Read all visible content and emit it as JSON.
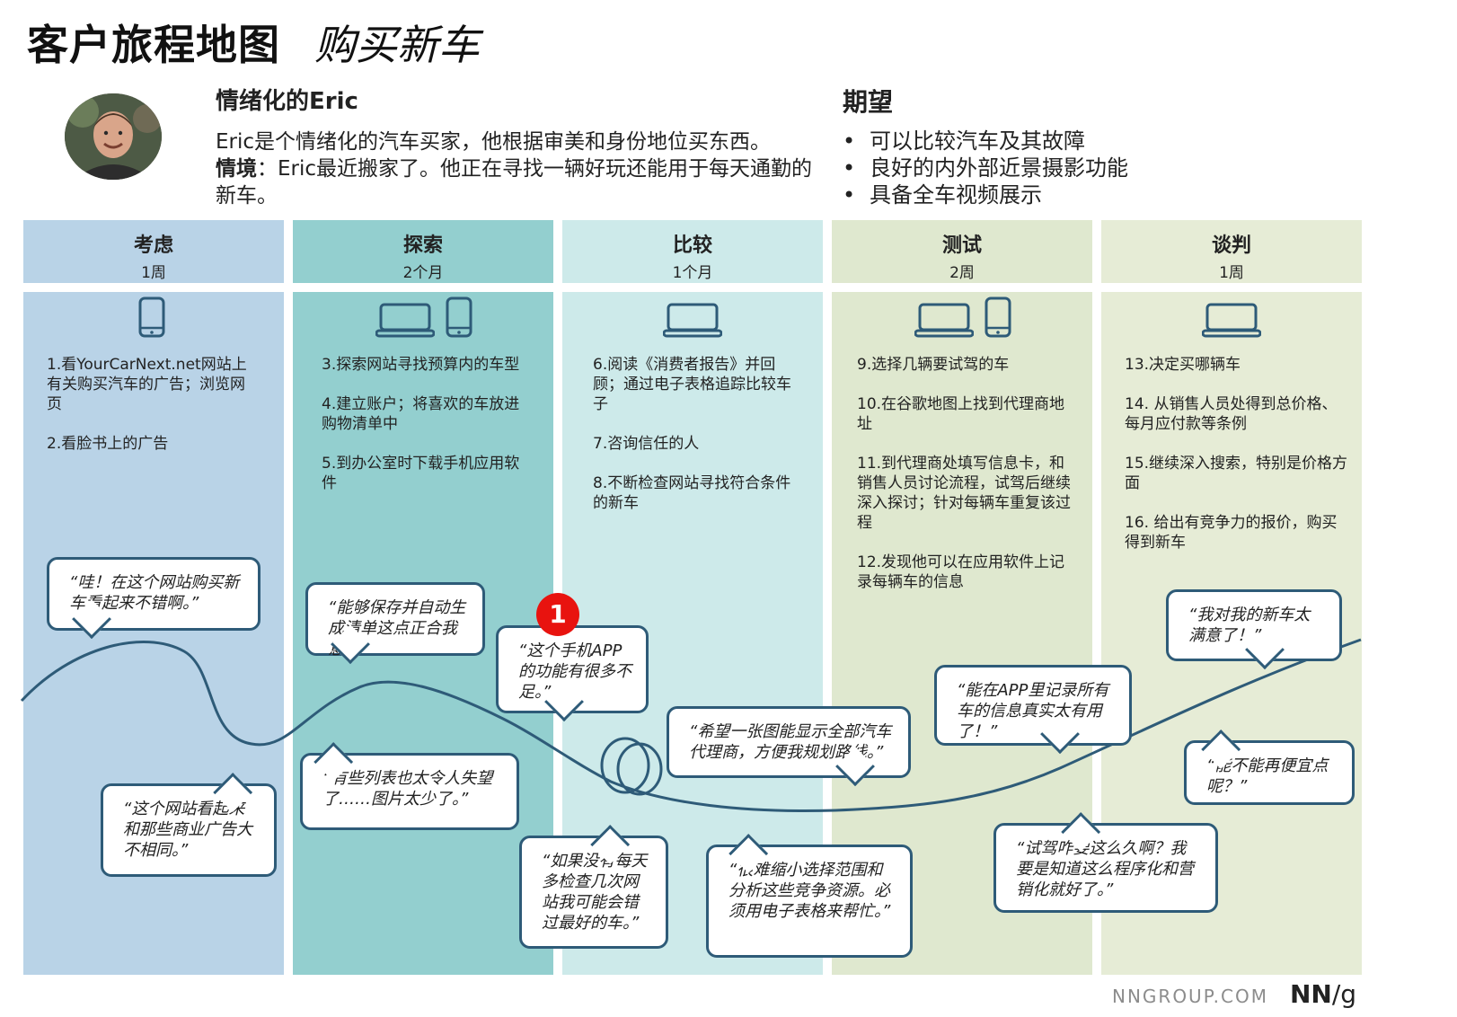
{
  "header": {
    "title": "客户旅程地图",
    "subtitle": "购买新车"
  },
  "persona": {
    "name": "情绪化的Eric",
    "description": "Eric是个情绪化的汽车买家，他根据审美和身份地位买东西。",
    "scenario_label": "情境",
    "scenario_text": "：Eric最近搬家了。他正在寻找一辆好玩还能用于每天通勤的新车。"
  },
  "expectations": {
    "title": "期望",
    "items": [
      "可以比较汽车及其故障",
      "良好的内外部近景摄影功能",
      "具备全车视频展示"
    ]
  },
  "phases": [
    {
      "name": "考虑",
      "duration": "1周",
      "color": "#b9d3e7",
      "head_color": "#b9d3e7",
      "devices": [
        "phone"
      ],
      "steps": [
        "1.看YourCarNext.net网站上有关购买汽车的广告；浏览网页",
        "2.看脸书上的广告"
      ]
    },
    {
      "name": "探索",
      "duration": "2个月",
      "color": "#93cfcf",
      "head_color": "#93cfcf",
      "devices": [
        "laptop",
        "phone"
      ],
      "steps": [
        "3.探索网站寻找预算内的车型",
        "4.建立账户；将喜欢的车放进购物清单中",
        "5.到办公室时下载手机应用软件"
      ]
    },
    {
      "name": "比较",
      "duration": "1个月",
      "color": "#cdeaea",
      "head_color": "#cdeaea",
      "devices": [
        "laptop"
      ],
      "steps": [
        "6.阅读《消费者报告》并回顾；通过电子表格追踪比较车子",
        "7.咨询信任的人",
        "8.不断检查网站寻找符合条件的新车"
      ]
    },
    {
      "name": "测试",
      "duration": "2周",
      "color": "#dfe8cf",
      "head_color": "#dfe8cf",
      "devices": [
        "laptop",
        "phone"
      ],
      "steps": [
        "9.选择几辆要试驾的车",
        "10.在谷歌地图上找到代理商地址",
        "11.到代理商处填写信息卡，和销售人员讨论流程，试驾后继续深入探讨；针对每辆车重复该过程",
        "12.发现他可以在应用软件上记录每辆车的信息"
      ]
    },
    {
      "name": "谈判",
      "duration": "1周",
      "color": "#e6ecd6",
      "head_color": "#e6ecd6",
      "devices": [
        "laptop"
      ],
      "steps": [
        "13.决定买哪辆车",
        "14. 从销售人员处得到总价格、每月应付款等条例",
        "15.继续深入搜索，特别是价格方面",
        "16. 给出有竞争力的报价，购买得到新车"
      ]
    }
  ],
  "quotes": [
    {
      "text": "“哇！在这个网站购买新车看起来不错啊。”"
    },
    {
      "text": "“这个网站看起来和那些商业广告大不相同。”"
    },
    {
      "text": "“能够保存并自动生成清单这点正合我意。”"
    },
    {
      "text": "“有些列表也太令人失望了……图片太少了。”"
    },
    {
      "text": "“这个手机APP的功能有很多不足。”"
    },
    {
      "text": "“如果没有每天多检查几次网站我可能会错过最好的车。”"
    },
    {
      "text": "“希望一张图能显示全部汽车代理商，方便我规划路线。”"
    },
    {
      "text": "“很难缩小选择范围和分析这些竞争资源。必须用电子表格来帮忙。”"
    },
    {
      "text": "“能在APP里记录所有车的信息真实太有用了！”"
    },
    {
      "text": "“试驾咋要这么久啊？我要是知道这么程序化和营销化就好了。”"
    },
    {
      "text": "“我对我的新车太满意了！”"
    },
    {
      "text": "“能不能再便宜点呢？”"
    }
  ],
  "marker": {
    "label": "1",
    "color": "#e8130f"
  },
  "footer": {
    "site": "NNGROUP.COM",
    "logo_bold": "NN",
    "logo_rest": "/g"
  },
  "colors": {
    "line": "#2e5b78",
    "bubble_border": "#2e5b78"
  }
}
